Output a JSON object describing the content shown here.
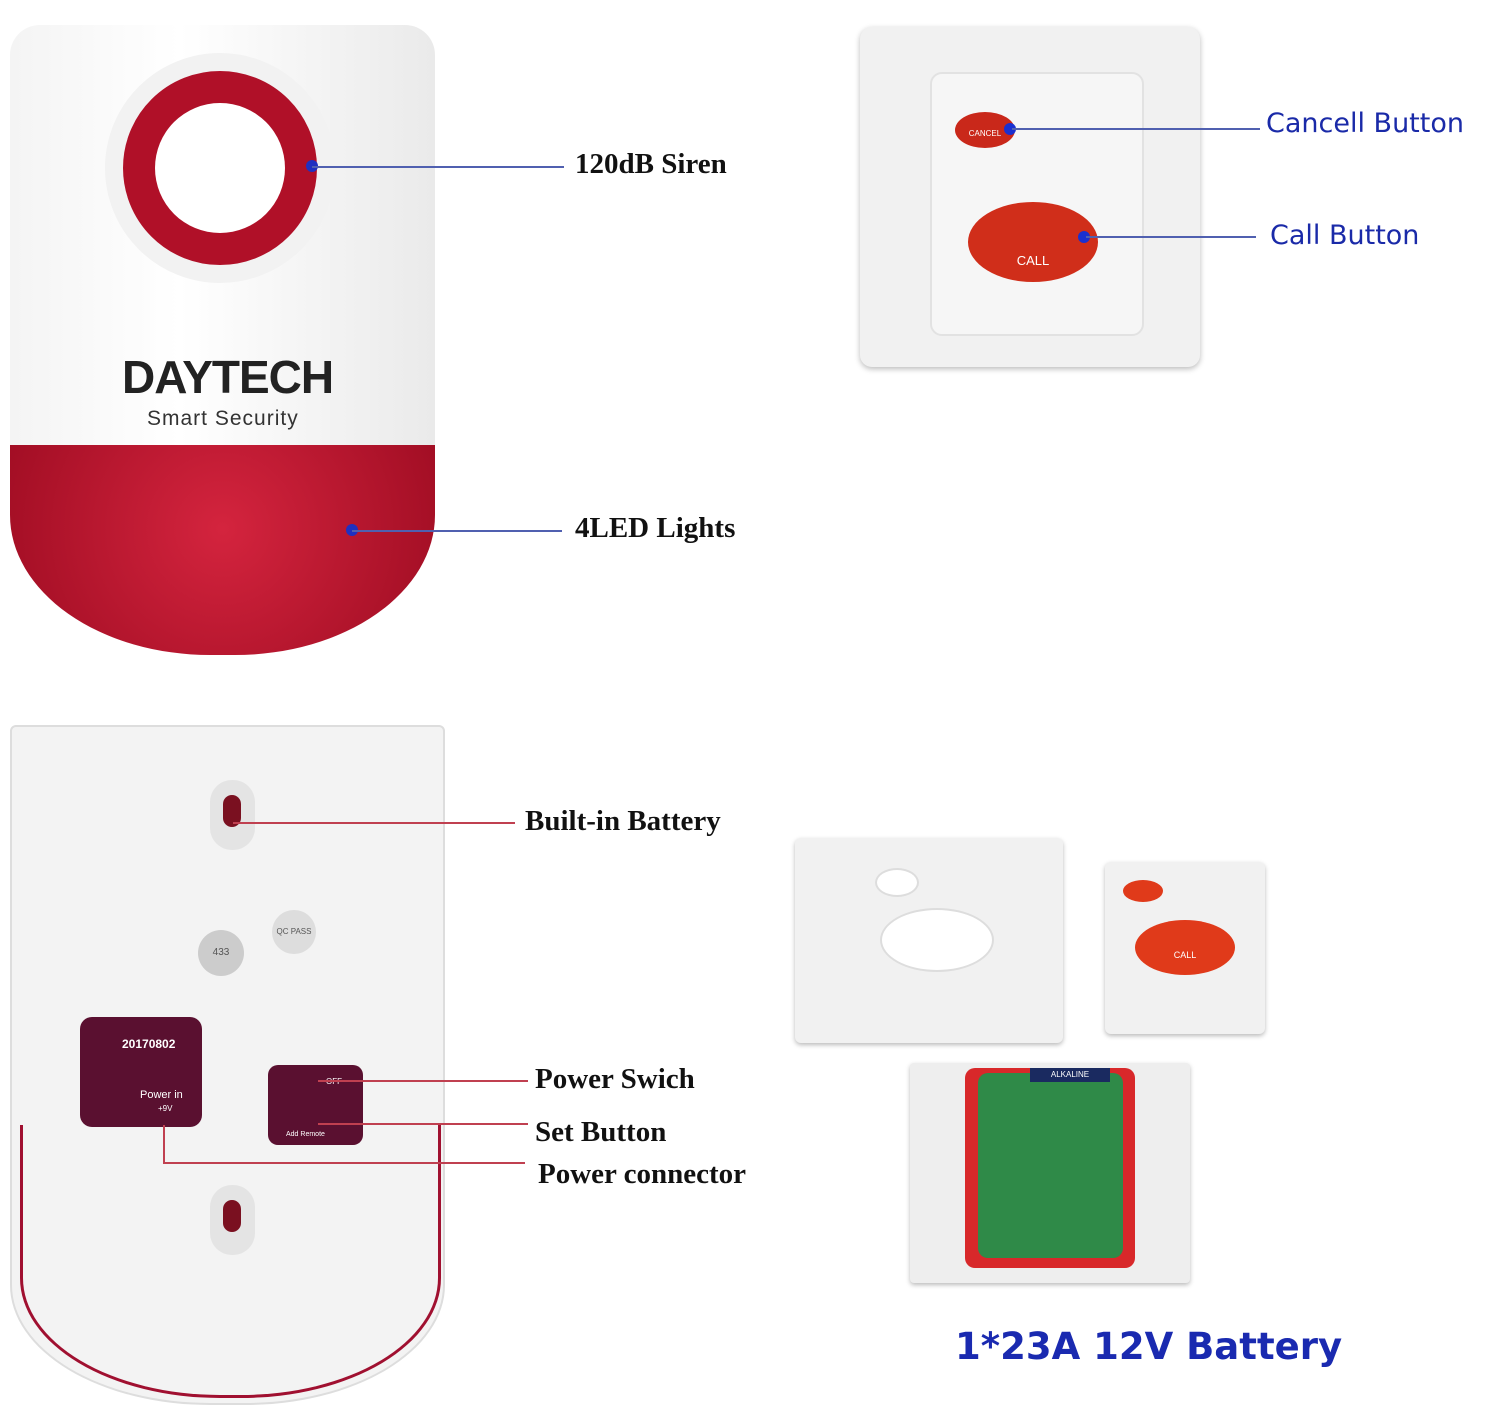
{
  "callouts": {
    "siren": "120dB Siren",
    "led": "4LED Lights",
    "cancel_button": "Cancell Button",
    "call_button": "Call Button",
    "battery": "Built-in Battery",
    "power_switch": "Power Swich",
    "set_button": "Set Button",
    "power_connector": "Power connector",
    "remote_battery": "1*23A 12V Battery"
  },
  "product_markings": {
    "brand": "DAYTECH",
    "tagline": "Smart Security",
    "cancel": "CANCEL",
    "call": "CALL",
    "date_code": "20170802",
    "power_in": "Power in",
    "voltage": "+9V",
    "off": "OFF",
    "add_remote": "Add Remote",
    "freq": "433",
    "qc": "QC PASS",
    "alkaline": "ALKALINE"
  },
  "colors": {
    "callout_blue": "#1a2aa8",
    "siren_red": "#b0102a",
    "button_red": "#d8301a"
  }
}
